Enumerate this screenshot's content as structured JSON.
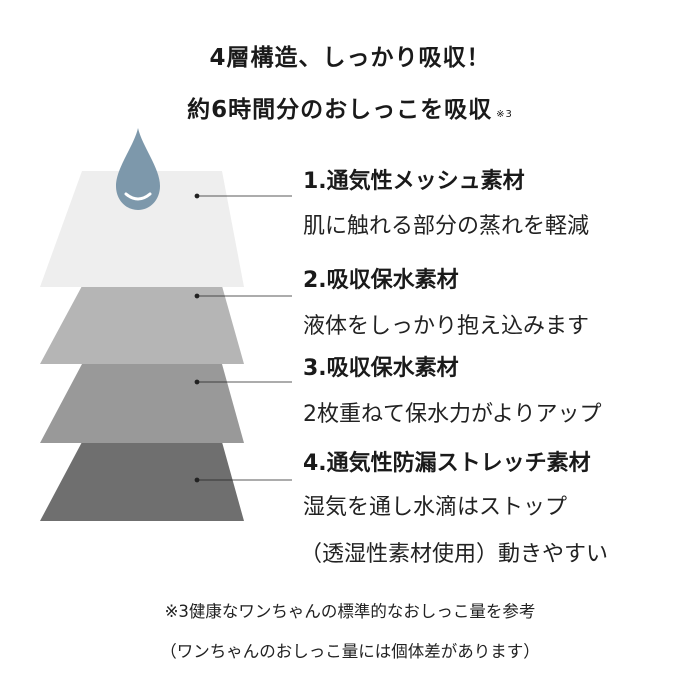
{
  "title": {
    "line1": "4層構造、しっかり吸収！",
    "line2": "約6時間分のおしっこを吸収",
    "line2_note": "※3"
  },
  "layers": [
    {
      "heading": "1.通気性メッシュ素材",
      "descriptions": [
        "肌に触れる部分の蒸れを軽減"
      ],
      "color": "#eeeeee"
    },
    {
      "heading": "2.吸収保水素材",
      "descriptions": [
        "液体をしっかり抱え込みます"
      ],
      "color": "#b5b5b5"
    },
    {
      "heading": "3.吸収保水素材",
      "descriptions": [
        "2枚重ねて保水力がよりアップ"
      ],
      "color": "#999999"
    },
    {
      "heading": "4.通気性防漏ストレッチ素材",
      "descriptions": [
        "湿気を通し水滴はストップ",
        "（透湿性素材使用）動きやすい"
      ],
      "color": "#6f6f6f"
    }
  ],
  "drop_color": "#7d98ab",
  "footnotes": [
    "※3健康なワンちゃんの標準的なおしっこ量を参考",
    "（ワンちゃんのおしっこ量には個体差があります）"
  ]
}
